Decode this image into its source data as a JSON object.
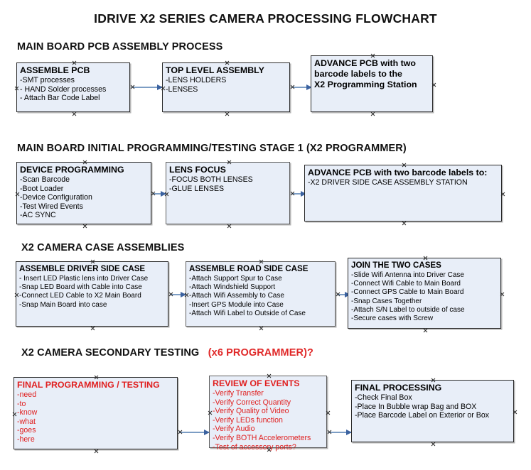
{
  "title": "IDRIVE X2  SERIES CAMERA PROCESSING FLOWCHART",
  "colors": {
    "node_fill": "#e8eef8",
    "node_border": "#2a2a2a",
    "connector": "#7c9dc4",
    "arrow_head": "#3b62a0",
    "red_text": "#e02020"
  },
  "sections": [
    {
      "id": "main-board-pcb-assembly-process",
      "heading": "MAIN BOARD PCB ASSEMBLY PROCESS",
      "heading_suffix": "",
      "nodes": [
        {
          "id": "assemble-pcb",
          "header": "ASSEMBLE PCB",
          "items": [
            "-SMT processes",
            "- HAND Solder processes",
            "- Attach Bar Code Label"
          ]
        },
        {
          "id": "top-level-assembly",
          "header": "TOP LEVEL ASSEMBLY",
          "items": [
            "-LENS HOLDERS",
            "-LENSES"
          ]
        },
        {
          "id": "advance-pcb-programming-station",
          "header": "ADVANCE PCB with two",
          "items": [
            "barcode labels to the",
            " X2 Programming Station"
          ]
        }
      ]
    },
    {
      "id": "main-board-initial-programming-testing-stage-1",
      "heading": "MAIN BOARD INITIAL PROGRAMMING/TESTING STAGE 1 (X2 PROGRAMMER)",
      "heading_suffix": "",
      "nodes": [
        {
          "id": "device-programming",
          "header": "DEVICE PROGRAMMING",
          "items": [
            "-Scan Barcode",
            "-Boot Loader",
            "-Device Configuration",
            "-Test Wired Events",
            "-AC SYNC"
          ]
        },
        {
          "id": "lens-focus",
          "header": "LENS FOCUS",
          "items": [
            "-FOCUS BOTH LENSES",
            "-GLUE LENSES"
          ]
        },
        {
          "id": "advance-pcb-driver-side-case",
          "header": "ADVANCE PCB with two barcode labels to:",
          "items": [
            "-X2 DRIVER  SIDE  CASE  ASSEMBLY STATION"
          ]
        }
      ]
    },
    {
      "id": "x2-camera-case-assemblies",
      "heading": "X2 CAMERA CASE ASSEMBLIES",
      "heading_suffix": "",
      "nodes": [
        {
          "id": "assemble-driver-side-case",
          "header": "ASSEMBLE DRIVER SIDE CASE",
          "items": [
            "- Insert LED Plastic lens into Driver Case",
            "-Snap LED Board with Cable into Case",
            "-Connect LED Cable to X2 Main Board",
            "-Snap Main Board into case"
          ]
        },
        {
          "id": "assemble-road-side-case",
          "header": "ASSEMBLE ROAD SIDE CASE",
          "items": [
            "-Attach Support Spur to Case",
            "-Attach Windshield Support",
            "-Attach Wifi Assembly to Case",
            "-Insert GPS Module into Case",
            "-Attach Wifi Label to Outside of Case"
          ]
        },
        {
          "id": "join-the-two-cases",
          "header": "JOIN THE TWO CASES",
          "items": [
            "-Slide Wifi Antenna into Driver Case",
            "-Connect Wifi Cable to Main Board",
            "-Connect GPS Cable to Main Board",
            "-Snap Cases Together",
            "-Attach S/N Label to outside of case",
            "-Secure cases with Screw"
          ]
        }
      ]
    },
    {
      "id": "x2-camera-secondary-testing",
      "heading": "X2 CAMERA SECONDARY TESTING",
      "heading_suffix": "(x6 PROGRAMMER)?",
      "nodes": [
        {
          "id": "final-programming-testing",
          "header": "FINAL PROGRAMMING / TESTING",
          "items": [
            "-need",
            "-to",
            "-know",
            "-what",
            "-goes",
            "-here"
          ]
        },
        {
          "id": "review-of-events",
          "header": "REVIEW OF EVENTS",
          "items": [
            "-Verify Transfer",
            "-Verify Correct Quantity",
            "-Verify Quality of Video",
            "-Verify LEDs function",
            "-Verify Audio",
            "-Verify BOTH Accelerometers",
            "-Test of accessory ports?"
          ]
        },
        {
          "id": "final-processing",
          "header": "FINAL PROCESSING",
          "items": [
            " -Check Final Box",
            "-Place In Bubble wrap Bag and BOX",
            "-Place Barcode Label on Exterior or Box"
          ]
        }
      ]
    }
  ]
}
